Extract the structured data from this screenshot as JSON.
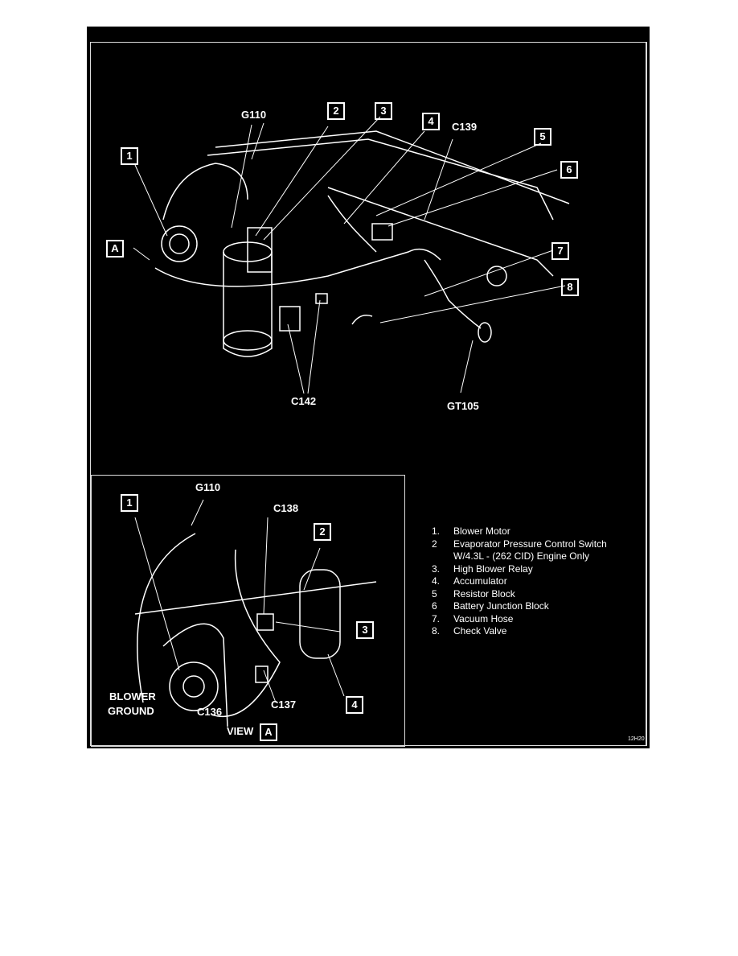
{
  "main_view": {
    "callouts": [
      "1",
      "2",
      "3",
      "4",
      "5",
      "6",
      "7",
      "8",
      "A"
    ],
    "connectors": {
      "g110": "G110",
      "c139": "C139",
      "c142": "C142",
      "gt105": "GT105"
    }
  },
  "view_a": {
    "callouts": [
      "1",
      "2",
      "3",
      "4",
      "A"
    ],
    "connectors": {
      "g110": "G110",
      "c138": "C138",
      "c136": "C136",
      "c137": "C137"
    },
    "blower_ground_line1": "BLOWER",
    "blower_ground_line2": "GROUND",
    "view_label": "VIEW"
  },
  "legend": [
    {
      "num": "1.",
      "text": "Blower Motor"
    },
    {
      "num": "2",
      "text": "Evaporator Pressure Control Switch"
    },
    {
      "num": "",
      "text": "W/4.3L - (262 CID) Engine Only"
    },
    {
      "num": "3.",
      "text": "High Blower Relay"
    },
    {
      "num": "4.",
      "text": "Accumulator"
    },
    {
      "num": "5",
      "text": "Resistor Block"
    },
    {
      "num": "6",
      "text": "Battery Junction Block"
    },
    {
      "num": "7.",
      "text": "Vacuum Hose"
    },
    {
      "num": "8.",
      "text": "Check Valve"
    }
  ],
  "figure_code": "12H20"
}
